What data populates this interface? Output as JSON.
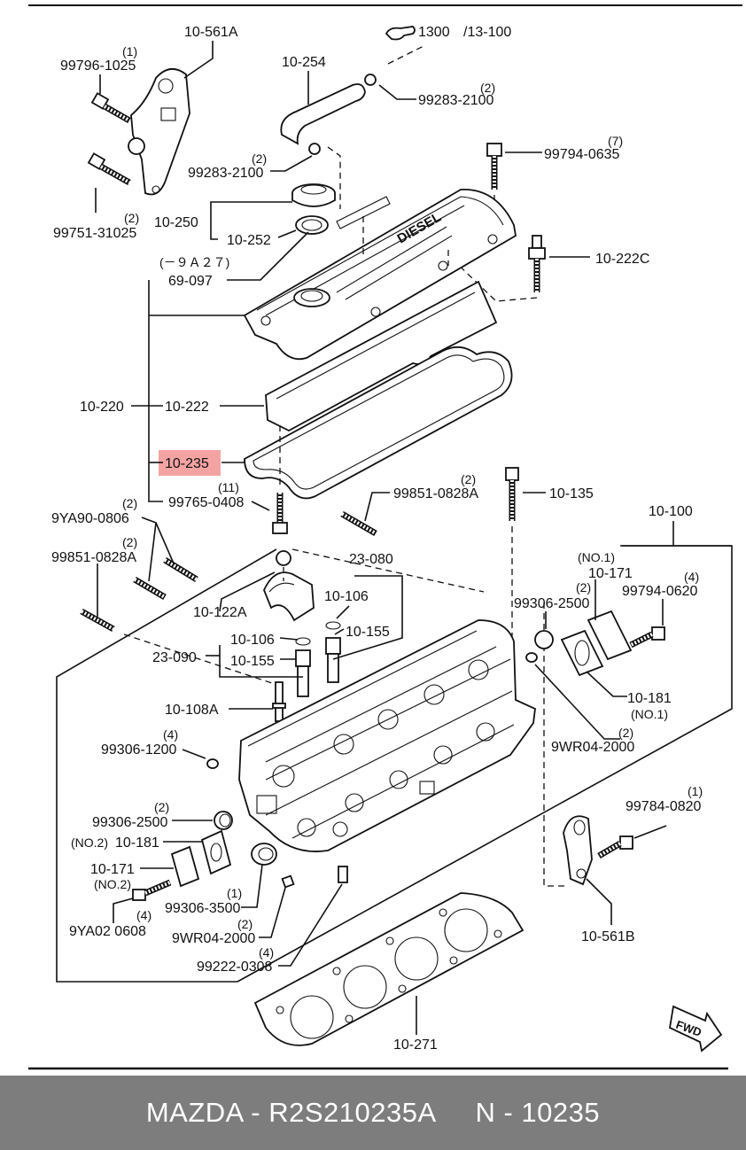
{
  "labels": {
    "p10_561A": "10-561A",
    "ref_1300": "1300",
    "ref_sub": "/13-100",
    "p99796_1025": "99796-1025",
    "q1a": "(1)",
    "p10_254": "10-254",
    "q2a": "(2)",
    "p99283_2100_a": "99283-2100",
    "q2b": "(2)",
    "p99283_2100_b": "99283-2100",
    "q7": "(7)",
    "p99794_0635": "99794-0635",
    "p99751_31025": "99751-31025",
    "q2c": "(2)",
    "p10_250": "10-250",
    "p10_252": "10-252",
    "p10_222C": "10-222C",
    "note_9A27": "(－９Ａ２７)",
    "p69_097": "69-097",
    "p10_220": "10-220",
    "p10_222": "10-222",
    "p10_235": "10-235",
    "q11": "(11)",
    "p99765_0408": "99765-0408",
    "q2d": "(2)",
    "p99851_0828A_a": "99851-0828A",
    "p10_135": "10-135",
    "q2e": "(2)",
    "p9YA90_0806": "9YA90-0806",
    "p10_100": "10-100",
    "q2f": "(2)",
    "p99851_0828A_b": "99851-0828A",
    "p23_080": "23-080",
    "no1a": "(NO.1)",
    "p10_171_a": "10-171",
    "q2g": "(2)",
    "q4a": "(4)",
    "p99794_0620": "99794-0620",
    "p10_106_a": "10-106",
    "p10_122A": "10-122A",
    "p99306_2500_a": "99306-2500",
    "p10_106_b": "10-106",
    "p10_155_a": "10-155",
    "p23_090": "23-090",
    "p10_155_b": "10-155",
    "p10_181_a": "10-181",
    "no1b": "(NO.1)",
    "p10_108A": "10-108A",
    "q2h": "(2)",
    "p9WR04_2000_a": "9WR04-2000",
    "q4b": "(4)",
    "p99306_1200": "99306-1200",
    "q1b": "(1)",
    "p99784_0820": "99784-0820",
    "q2i": "(2)",
    "p99306_2500_b": "99306-2500",
    "no2a": "(NO.2)",
    "p10_181_b": "10-181",
    "p10_171_b": "10-171",
    "no2b": "(NO.2)",
    "q1c": "(1)",
    "p99306_3500": "99306-3500",
    "q4c": "(4)",
    "p9YA02_0608": "9YA02 0608",
    "q2j": "(2)",
    "p9WR04_2000_b": "9WR04-2000",
    "q4d": "(4)",
    "p99222_0308": "99222-0308",
    "p10_561B": "10-561B",
    "p10_271": "10-271",
    "diesel": "DIESEL",
    "fwd": "FWD"
  },
  "highlight": {
    "part": "10-235",
    "color": "#f4a3a3"
  },
  "footer": {
    "text": "MAZDA - R2S210235A     N - 10235"
  },
  "colors": {
    "footer_bg": "#7d7d7d",
    "footer_text": "#ffffff",
    "line": "#111111"
  }
}
